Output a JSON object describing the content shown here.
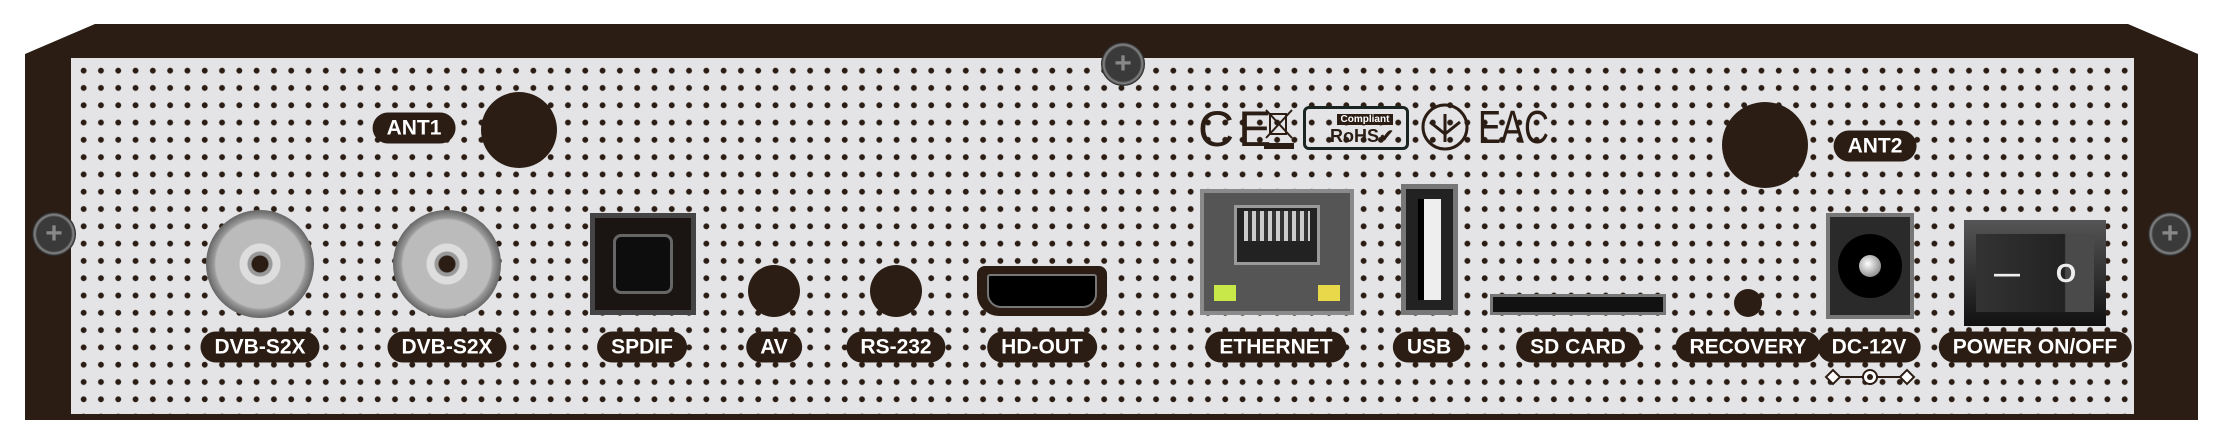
{
  "panel": {
    "title": "Rear panel"
  },
  "ports": {
    "ant1": "ANT1",
    "ant2": "ANT2",
    "dvb1": "DVB-S2X",
    "dvb2": "DVB-S2X",
    "spdif": "SPDIF",
    "av": "AV",
    "rs232": "RS-232",
    "hdout": "HD-OUT",
    "ethernet": "ETHERNET",
    "usb": "USB",
    "sdcard": "SD CARD",
    "recovery": "RECOVERY",
    "dc": "DC-12V",
    "power": "POWER ON/OFF"
  },
  "power_switch": {
    "off_symbol": "—",
    "on_symbol": "O"
  },
  "certifications": {
    "ce": "CE",
    "rohs_top": "Compliant",
    "rohs": "RoHS",
    "eac": "EAC"
  },
  "colors": {
    "frame": "#2b1d14",
    "panel": "#e4e4e6",
    "label_bg": "#2b1d14",
    "label_text": "#ffffff"
  }
}
